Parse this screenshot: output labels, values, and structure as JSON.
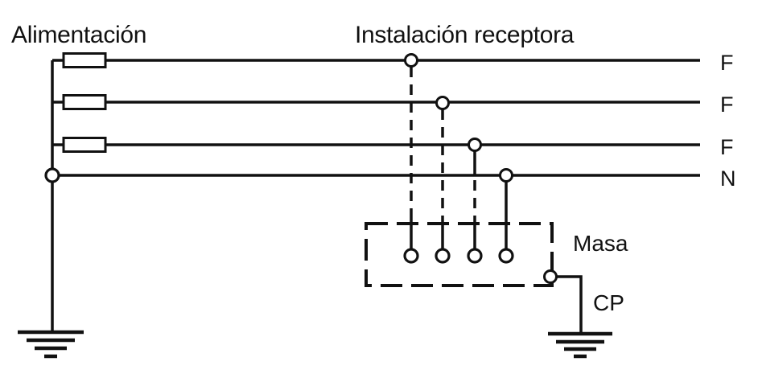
{
  "diagram": {
    "supply_label": "Alimentación",
    "installation_label": "Instalación receptora",
    "conductor_labels": [
      "F",
      "F",
      "F",
      "N"
    ],
    "masa_label": "Masa",
    "cp_label": "CP",
    "colors": {
      "ink": "#111111",
      "background": "#ffffff"
    }
  }
}
